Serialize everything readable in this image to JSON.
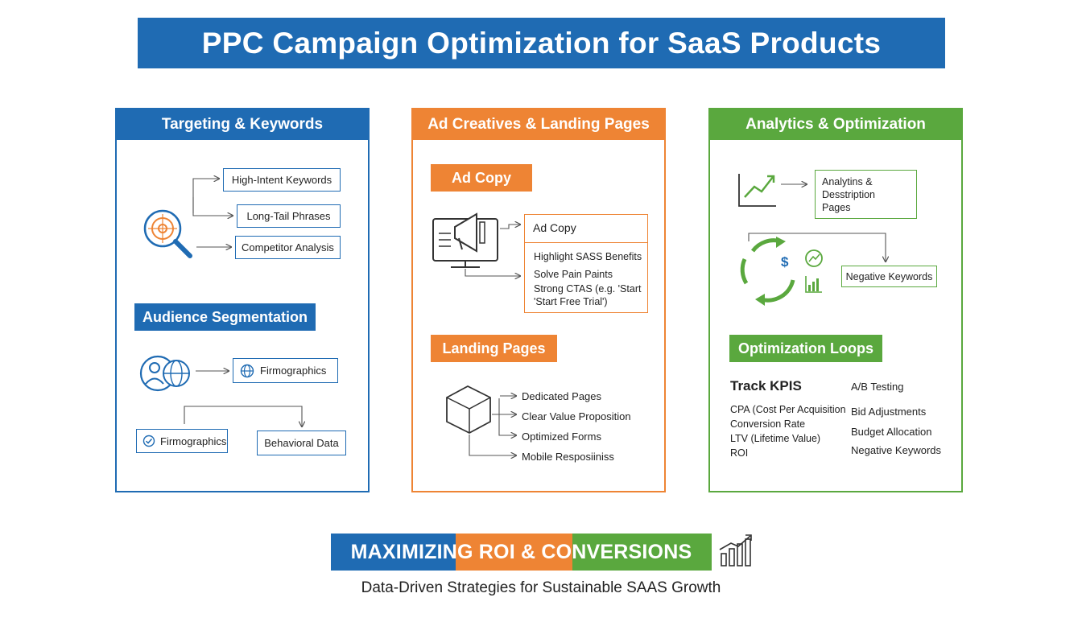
{
  "title": "PPC Campaign Optimization for SaaS Products",
  "colors": {
    "blue": "#1f6bb3",
    "orange": "#ee8434",
    "green": "#5aa83e"
  },
  "panels": {
    "targeting": {
      "heading": "Targeting & Keywords",
      "keywords": [
        "High-Intent Keywords",
        "Long-Tail Phrases",
        "Competitor Analysis"
      ],
      "audience_tag": "Audience Segmentation",
      "firmographics_top": "Firmographics",
      "firmographics_bottom": "Firmographics",
      "behavioral": "Behavioral Data"
    },
    "creatives": {
      "heading": "Ad Creatives & Landing Pages",
      "ad_copy_tag": "Ad Copy",
      "ad_copy_box_title": "Ad Copy",
      "ad_copy_items": [
        "Highlight SASS Benefits",
        "Solve Pain Paints",
        "Strong CTAS (e.g. 'Start",
        "'Start Free Trial')"
      ],
      "landing_tag": "Landing Pages",
      "landing_items": [
        "Dedicated Pages",
        "Clear Value Proposition",
        "Optimized Forms",
        "Mobile Resposiiniss"
      ]
    },
    "analytics": {
      "heading": "Analytics & Optimization",
      "analytics_box": [
        "Analytins &",
        "Desstription",
        "Pages"
      ],
      "negative_box": "Negative Keywords",
      "loops_tag": "Optimization Loops",
      "track_title": "Track KPIS",
      "kpis": [
        "CPA (Cost Per Acquisition",
        "Conversion Rate",
        "LTV (Lifetime Value)",
        "ROI"
      ],
      "actions": [
        "A/B Testing",
        "Bid Adjustments",
        "Budget Allocation",
        "Negative Keywords"
      ]
    }
  },
  "footer": {
    "banner": "MAXIMIZING ROI & CONVERSIONS",
    "subtitle": "Data-Driven Strategies for Sustainable SAAS Growth"
  }
}
